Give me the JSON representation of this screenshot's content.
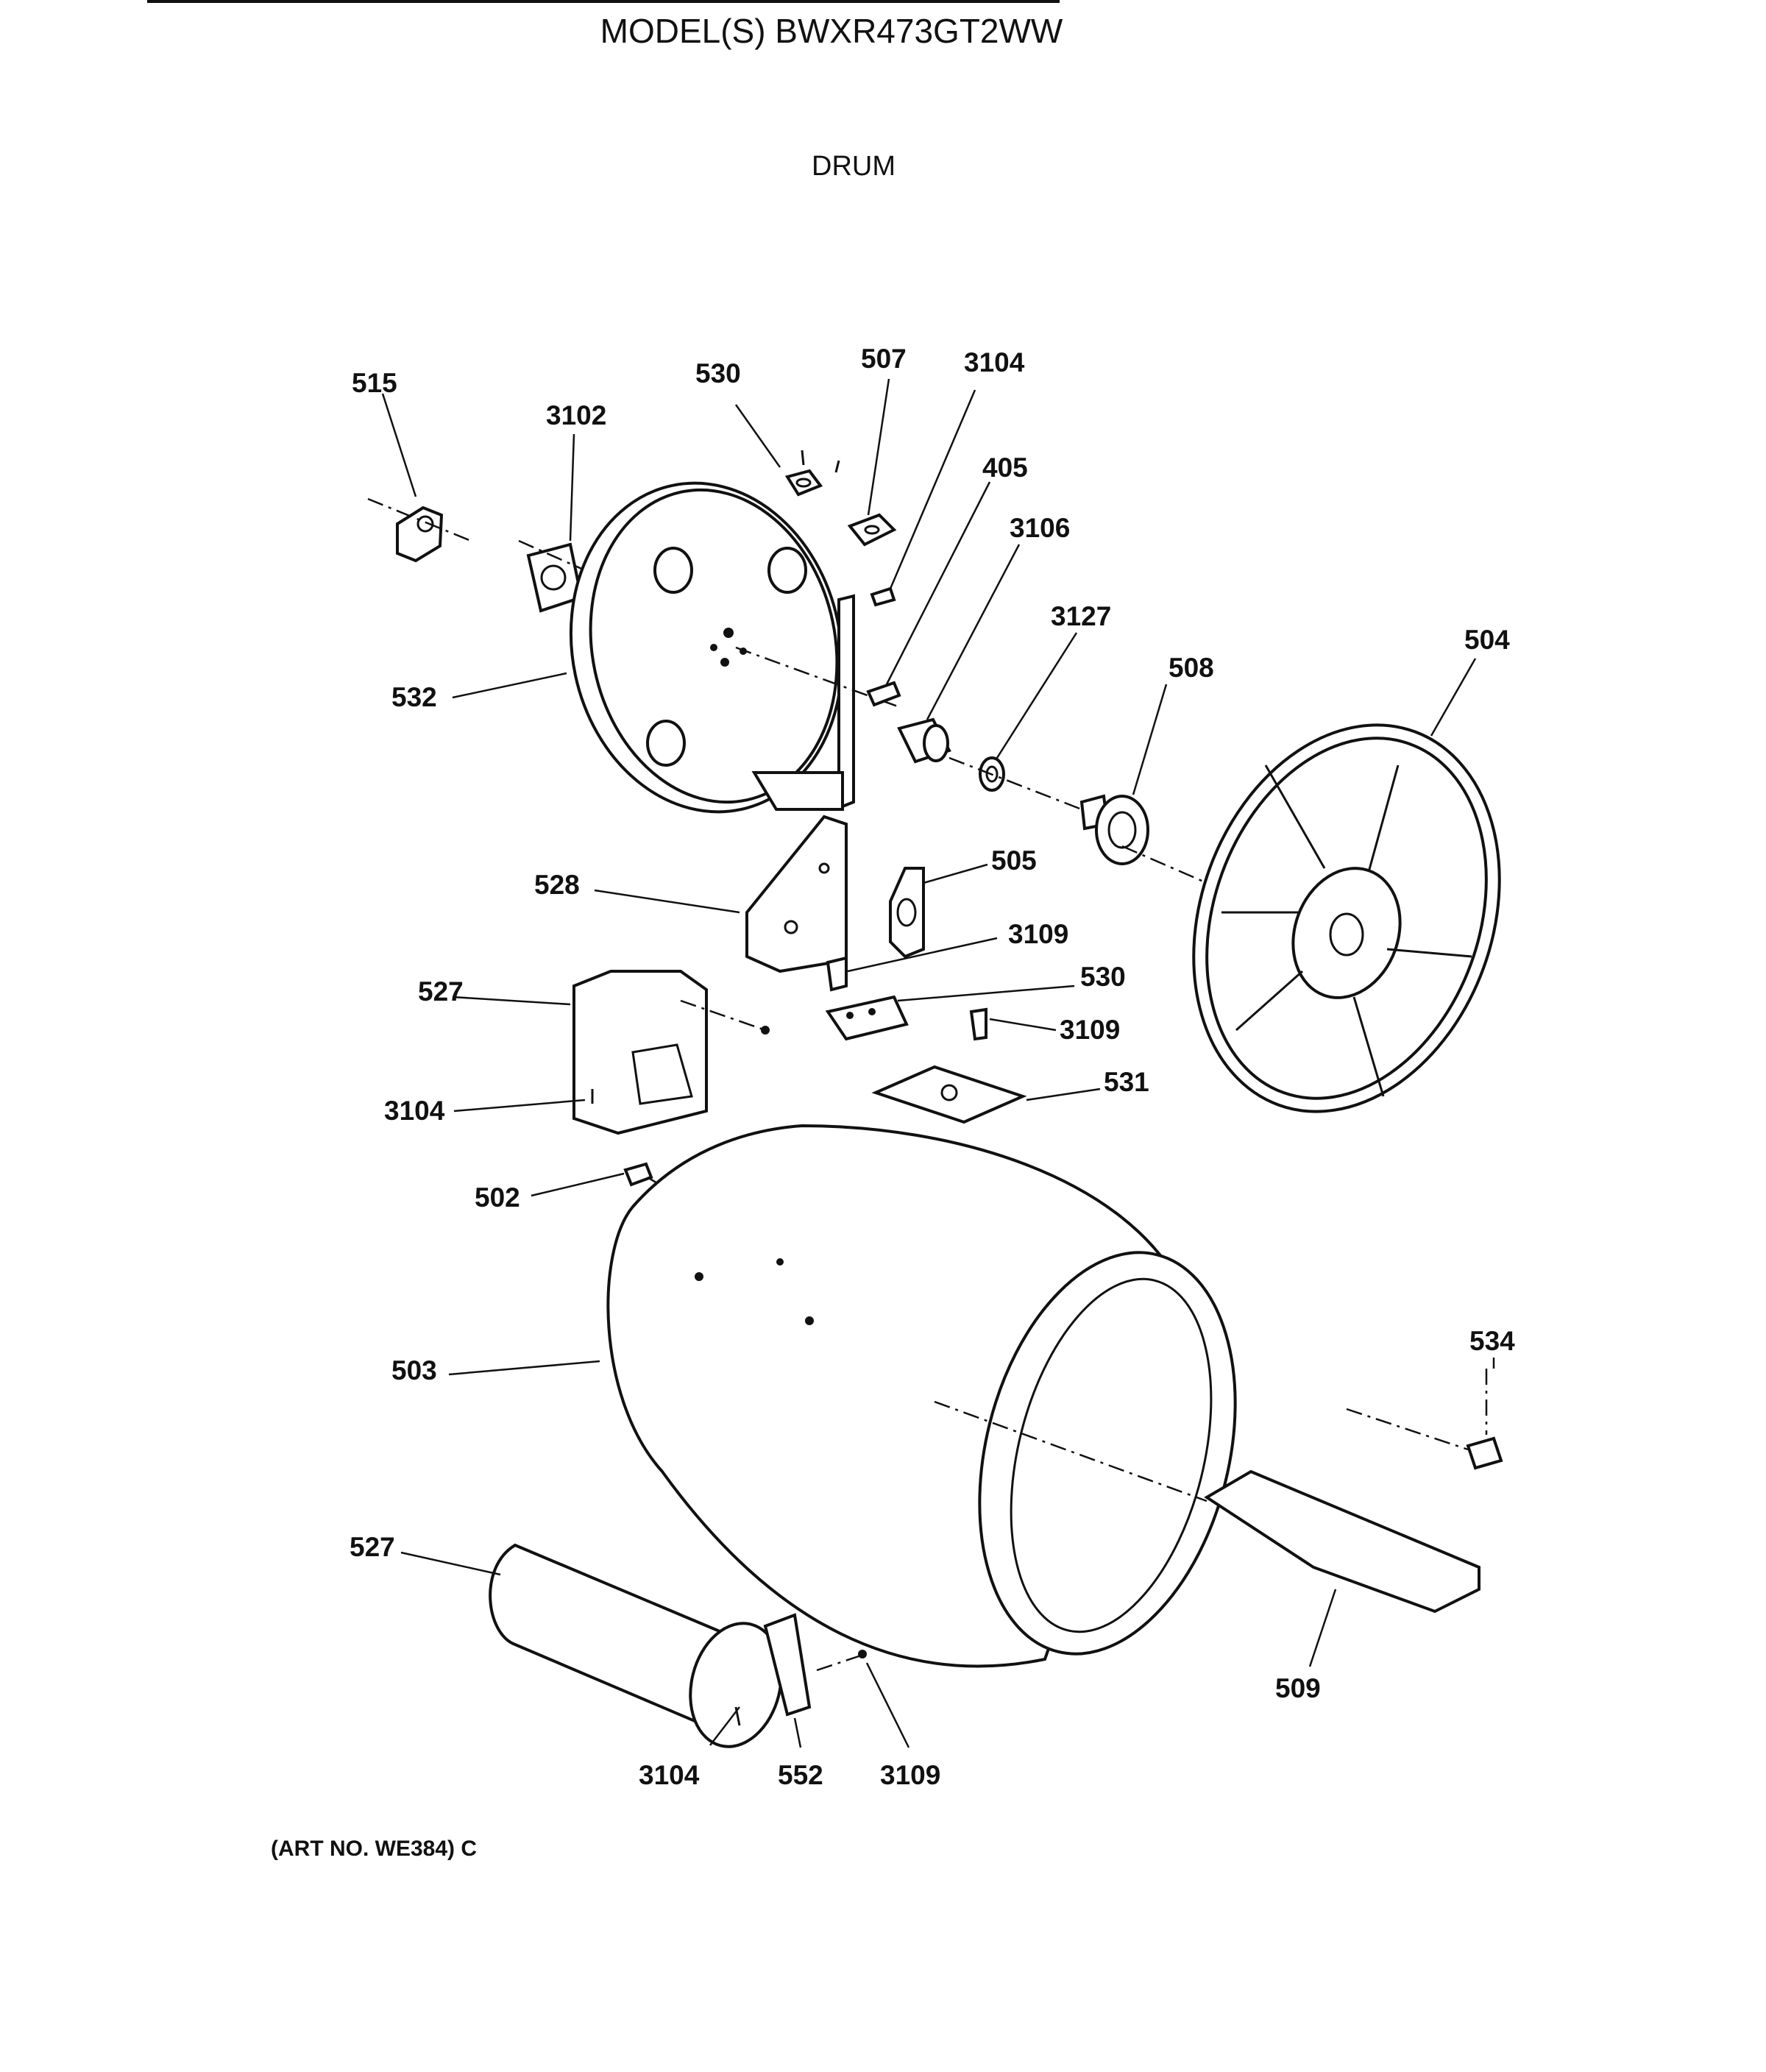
{
  "header": {
    "model_title": "MODEL(S) BWXR473GT2WW",
    "section_title": "DRUM"
  },
  "callouts": {
    "c515": "515",
    "c3102": "3102",
    "c530_top": "530",
    "c507": "507",
    "c3104_top": "3104",
    "c405": "405",
    "c3106": "3106",
    "c3127": "3127",
    "c508": "508",
    "c504": "504",
    "c532": "532",
    "c528": "528",
    "c505": "505",
    "c3109_a": "3109",
    "c530_mid": "530",
    "c3109_b": "3109",
    "c527_top": "527",
    "c3104_mid": "3104",
    "c531": "531",
    "c502": "502",
    "c503": "503",
    "c534": "534",
    "c527_bottom": "527",
    "c509": "509",
    "c3104_bottom": "3104",
    "c552": "552",
    "c3109_c": "3109"
  },
  "footer": {
    "art_number": "(ART NO. WE384) C"
  }
}
